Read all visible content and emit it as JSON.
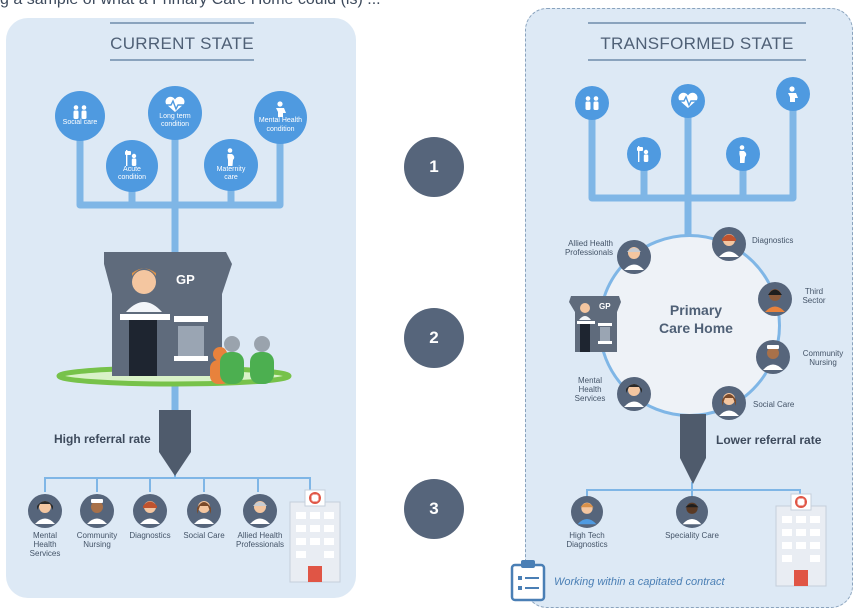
{
  "header_fragment": "g a sample of what a Primary Care Home could (is) ...",
  "current_state": {
    "title": "CURRENT STATE",
    "conditions": [
      "Social care",
      "Acute condition",
      "Long term condition",
      "Maternity care",
      "Mental Health condition"
    ],
    "gp_label": "GP",
    "referral_label": "High referral rate",
    "services": [
      "Mental Health Services",
      "Community Nursing",
      "Diagnostics",
      "Social Care",
      "Allied Health Professionals"
    ]
  },
  "transformed_state": {
    "title": "TRANSFORMED STATE",
    "hub_title": "Primary Care Home",
    "gp_label": "GP",
    "hub_members": [
      "Allied Health Professionals",
      "Diagnostics",
      "Third Sector",
      "Community Nursing",
      "Social Care",
      "Mental Health Services"
    ],
    "referral_label": "Lower referral rate",
    "services": [
      "High Tech Diagnostics",
      "Speciality Care"
    ],
    "contract_label": "Working within a capitated contract"
  },
  "steps": [
    "1",
    "2",
    "3"
  ],
  "colors": {
    "panel": "#dde9f5",
    "connector": "#7fb6e6",
    "circle": "#4f9ae0",
    "step": "#56657b",
    "building": "#5f6b7c",
    "funnel": "#4f5b6c",
    "hospital": "#e9edf3",
    "hospital_cross": "#e05545",
    "patient_green": "#4caf50",
    "patient_orange": "#e8823c"
  },
  "icons": [
    "person-pair-icon",
    "iv-drip-icon",
    "heartbeat-icon",
    "pregnant-woman-icon",
    "mental-health-icon",
    "doctor-icon",
    "hospital-icon",
    "clipboard-icon"
  ]
}
